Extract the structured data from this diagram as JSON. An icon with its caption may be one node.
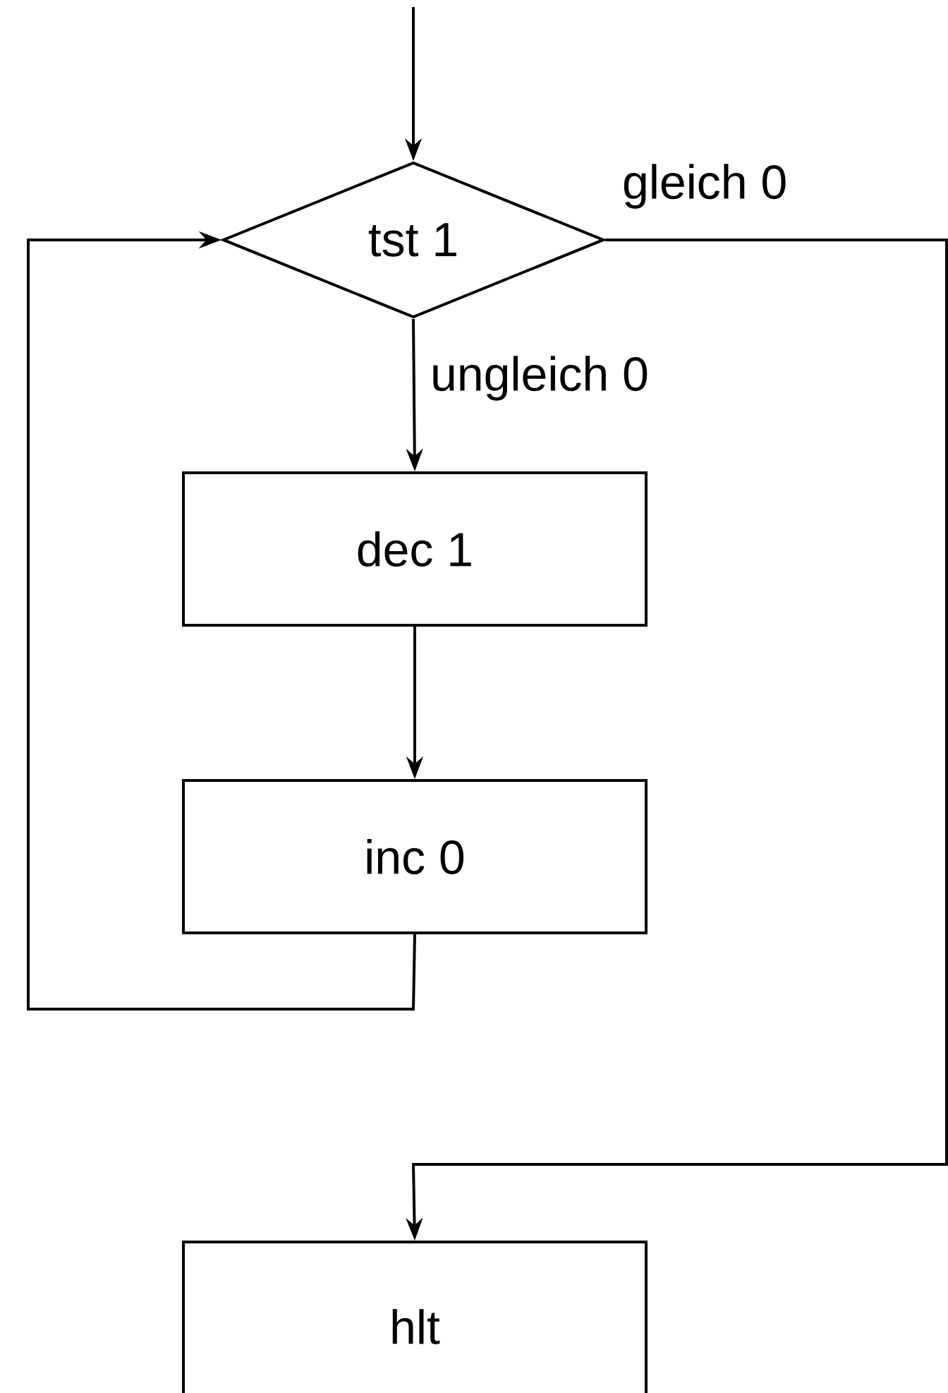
{
  "diagram": {
    "nodes": [
      {
        "text": [
          "tst 1"
        ]
      },
      {
        "text": [
          "dec 1"
        ]
      },
      {
        "text": [
          "inc 0"
        ]
      },
      {
        "text": [
          "hlt"
        ]
      }
    ],
    "edges": [
      {
        "from": null,
        "to": 0,
        "arrow": "to"
      },
      {
        "from": 0,
        "to": 1,
        "arrow": "to",
        "label": "ungleich 0"
      },
      {
        "from": 1,
        "to": 2,
        "arrow": "to"
      },
      {
        "from": 2,
        "to": 0,
        "arrow": "to"
      },
      {
        "from": 0,
        "to": 3,
        "arrow": "to",
        "label": "gleich 0"
      }
    ]
  }
}
